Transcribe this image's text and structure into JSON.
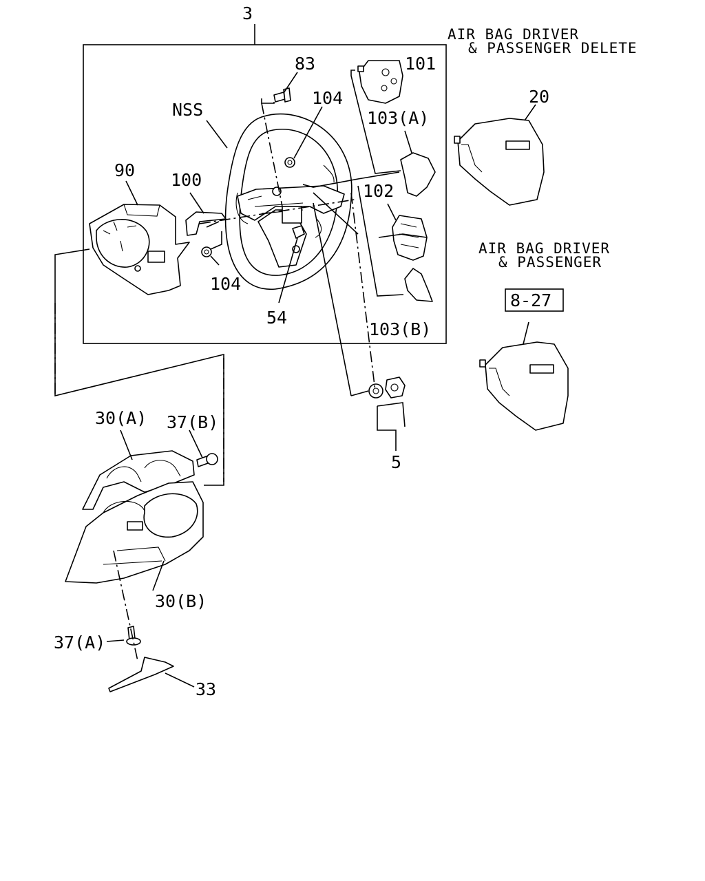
{
  "headers": {
    "delete_line1": "AIR BAG DRIVER",
    "delete_line2": "& PASSENGER DELETE",
    "airbag_line1": "AIR BAG DRIVER",
    "airbag_line2": "& PASSENGER"
  },
  "ref_box": "8-27",
  "callouts": {
    "c3": "3",
    "c83": "83",
    "c101": "101",
    "c104_top": "104",
    "c103a": "103(A)",
    "c20": "20",
    "cnss": "NSS",
    "c90": "90",
    "c100": "100",
    "c102": "102",
    "c104_bottom": "104",
    "c54": "54",
    "c103b": "103(B)",
    "c5": "5",
    "c30a": "30(A)",
    "c37b": "37(B)",
    "c30b": "30(B)",
    "c37a": "37(A)",
    "c33": "33"
  }
}
